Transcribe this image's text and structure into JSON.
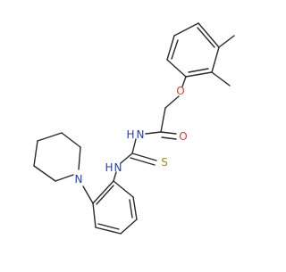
{
  "molecule": {
    "atom_labels": {
      "ether_oxygen": "O",
      "carbonyl_oxygen": "O",
      "amide_nitrogen": "N",
      "amide_hydrogen": "H",
      "thiourea_nitrogen": "N",
      "thiourea_hydrogen": "H",
      "thione_sulfur": "S",
      "piperidine_nitrogen": "N"
    },
    "colors": {
      "bond": "#2a2a2a",
      "oxygen": "#e53935",
      "nitrogen": "#1e3fbf",
      "sulfur": "#b8860b"
    }
  }
}
